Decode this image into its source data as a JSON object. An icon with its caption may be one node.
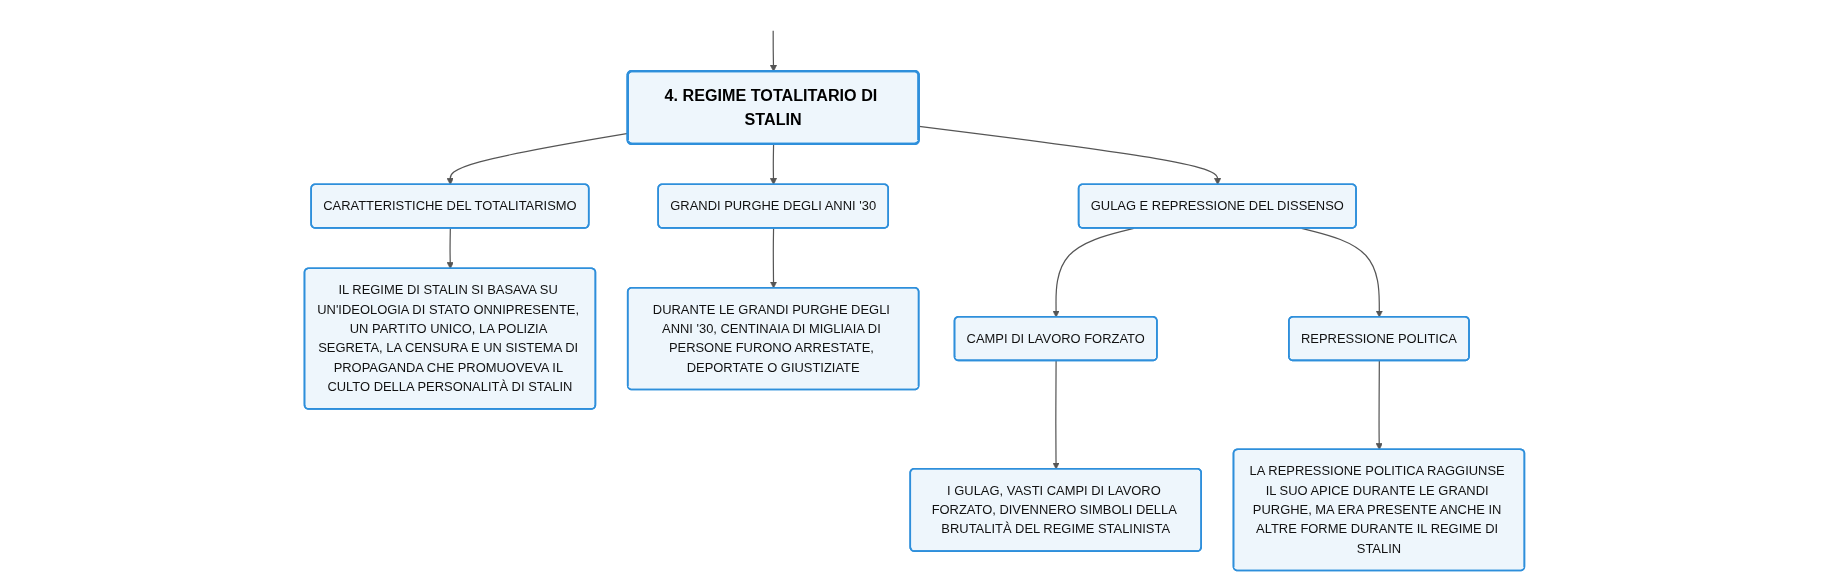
{
  "diagram": {
    "nodes": [
      {
        "text": [
          "4. REGIME TOTALITARIO DI STALIN"
        ]
      },
      {
        "text": [
          "CARATTERISTICHE DEL TOTALITARISMO"
        ]
      },
      {
        "text": [
          "GRANDI PURGHE DEGLI ANNI '30"
        ]
      },
      {
        "text": [
          "GULAG E REPRESSIONE DEL DISSENSO"
        ]
      },
      {
        "text": [
          "IL REGIME DI STALIN SI BASAVA SU UN'IDEOLOGIA DI STATO ONNIPRESENTE, UN PARTITO UNICO, LA POLIZIA SEGRETA, LA CENSURA E UN SISTEMA DI PROPAGANDA CHE PROMUOVEVA IL CULTO DELLA PERSONALITÀ DI STALIN"
        ]
      },
      {
        "text": [
          "DURANTE LE GRANDI PURGHE DEGLI ANNI '30, CENTINAIA DI MIGLIAIA DI PERSONE FURONO ARRESTATE, DEPORTATE O GIUSTIZIATE"
        ]
      },
      {
        "text": [
          "CAMPI DI LAVORO FORZATO"
        ]
      },
      {
        "text": [
          "REPRESSIONE POLITICA"
        ]
      },
      {
        "text": [
          "I GULAG, VASTI CAMPI DI LAVORO FORZATO, DIVENNERO SIMBOLI DELLA BRUTALITÀ DEL REGIME STALINISTA"
        ]
      },
      {
        "text": [
          "LA REPRESSIONE POLITICA RAGGIUNSE IL SUO APICE DURANTE LE GRANDI PURGHE, MA ERA PRESENTE ANCHE IN ALTRE FORME DURANTE IL REGIME DI STALIN"
        ]
      }
    ],
    "edges": [
      {
        "from": null,
        "to": 0,
        "arrow": "to"
      },
      {
        "from": 0,
        "to": 1,
        "arrow": "to"
      },
      {
        "from": 0,
        "to": 2,
        "arrow": "to"
      },
      {
        "from": 0,
        "to": 3,
        "arrow": "to"
      },
      {
        "from": 1,
        "to": 4,
        "arrow": "to"
      },
      {
        "from": 2,
        "to": 5,
        "arrow": "to"
      },
      {
        "from": 3,
        "to": 6,
        "arrow": "to"
      },
      {
        "from": 3,
        "to": 7,
        "arrow": "to"
      },
      {
        "from": 6,
        "to": 8,
        "arrow": "to"
      },
      {
        "from": 7,
        "to": 9,
        "arrow": "to"
      }
    ]
  }
}
